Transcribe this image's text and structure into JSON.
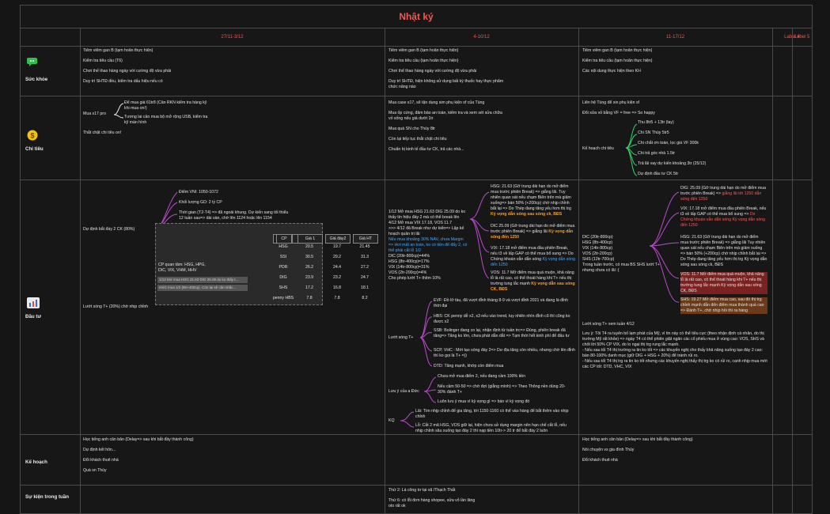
{
  "page_title": "Nhật ký",
  "columns": [
    "",
    "27/11-3/12",
    "4-10/12",
    "11-17/12",
    "Label 4",
    "Label 5"
  ],
  "rows": {
    "suc_khoe": {
      "label": "Sức khỏe",
      "icon": "health-icon",
      "c1": [
        "Tiêm viêm gan B (tạm hoãn thực hiện)",
        "Kiểm tra tiêu cầu (T6)",
        "Chơi thể thao hàng ngày với cường độ vừa phải",
        "Duy trì SHTĐ đều, kiểm tra dấu hiệu nếu có"
      ],
      "c2": [
        "Tiêm viêm gan B (tạm hoãn thực hiện)",
        "Kiểm tra tiêu cầu (tạm hoãn thực hiện)",
        "Chơi thể thao hàng ngày với cường độ vừa phải",
        "Duy trì SHTĐ, hiện không sử dụng bất kỳ thuốc hay thực phẩm chức năng nào"
      ],
      "c3": [
        "Tiêm viêm gan B (tạm hoãn thực hiện)",
        "Kiểm tra tiêu cầu (tạm hoãn thực hiện)",
        "Các nội dung thực hiện theo KH"
      ]
    },
    "chi_tieu": {
      "label": "Chi tiêu",
      "icon": "money-icon",
      "c1_parent": "Mua s17 pro",
      "c1_children": [
        "Để mua giá 61tr8 (Cân RKN kiểm tra hàng kỹ khi mua on!)",
        "Tương lai cần mua bộ mở rộng USB, kiểm tra kỹ màn hình"
      ],
      "c1_extra": "Thắt chặt chi tiêu on!",
      "c2": [
        "Mua case s17, sẽ tận dụng sim phụ kiện sf của Tùng",
        "Mua ốp cứng, đảm bảo an toàn, kiểm tra và xem xét sửa chữa vỏ sống nếu giá dưới 1tr",
        "Mua quà SN cho Thùy 8tr",
        "Còn lại tiếp tục thắt chặt chi tiêu",
        "Chuẩn bị kinh tế đầu tư CK, trả các nhà..."
      ],
      "c3_top": [
        "Liên hệ Tùng để xin phụ kiện sf",
        "Đổi sửa vỏ bằng VF = free => So happy"
      ],
      "c3_parent": "Kế hoạch chi tiêu",
      "c3_children": [
        "Thu 8tr5 + 13tr (lay)",
        "Chi SN Thùy 5tr5",
        "Chi chắt ơn toàn, lọc giá VF 300k",
        "Chi trả góc nhà 1.5tr",
        "Trả lãi vay dự kiến khoảng 3tr (25/12)",
        "Dự định đầu tư CK 5tr"
      ]
    },
    "dau_tu": {
      "label": "Đầu tư",
      "icon": "chart-icon",
      "c1_plan": "Dự định bắt đáy 2 CK (80%)",
      "c1_items": [
        "Điểm VNI: 1050-1072",
        "Khối lượng GD: 2 tỷ CP",
        "Thời gian (T2-T4) => đã ngoài khung. Dự kiến sang tối thiểu 12 tuần sau=> dài sàn, chờ lên 1124 hoặc lên 1154"
      ],
      "c1_watch": "CP quan tâm: HSG, HPG, DIC, VIX, VHM, HHV",
      "c1_notes": [
        "1/12 Mở mua HSG 21.63 DIG 25.09 do ko thấy t...",
        "HSG mua 1/2 (8tr+400cp). Còn lại sẽ cân nhắc..."
      ],
      "c1_swing": "Lướt sóng T+ (20%) chờ nhịp chỉnh",
      "table": {
        "headers": [
          "CP",
          "Giá 1",
          "Giá đáy2",
          "Giá HT"
        ],
        "rows": [
          [
            "HSG",
            "20.5",
            "19.7",
            "21.45"
          ],
          [
            "SSI",
            "30.5",
            "29.2",
            "31.3"
          ],
          [
            "PDR",
            "26.2",
            "24.4",
            "27.2"
          ],
          [
            "DIG",
            "23.9",
            "23.2",
            "24.7"
          ],
          [
            "SHS",
            "17.2",
            "16.8",
            "18.1"
          ],
          [
            "penny HBS",
            "7.8",
            "7.8",
            "8.2"
          ]
        ]
      },
      "c2_top": [
        {
          "t": "1/12 Mở mua HSG 21.63 DIG 25.09 do ko thấy tín hiệu đáy 2 mà có thể break lên",
          "cls": ""
        },
        {
          "t": "4/12 Mở mua VIX 17.18, VOS 11.7",
          "cls": ""
        },
        {
          "t": ">>> 4/12 đã Break như dự kiến=> Lập kế hoạch quản trị lãi",
          "cls": ""
        },
        {
          "t": "Nếu mua khoảng 30% NAV, chưa Margin => Hơi mất an toàn, ko có tiền để đẩy 2, có thể phải cắt lỗ 1/2",
          "cls": "blue"
        },
        {
          "t": "DIC (20tr-800cp)=44%",
          "cls": ""
        },
        {
          "t": "HSG (8tr-400cp)=17%",
          "cls": ""
        },
        {
          "t": "VIX (14tr-800cp)=31%",
          "cls": ""
        },
        {
          "t": "VOS (2tr-200cp)=4%",
          "cls": ""
        },
        {
          "t": "Cho phép lướt T+ thêm 10%",
          "cls": ""
        }
      ],
      "c2_right": [
        {
          "t": "HSG: 21.63 (Gỡ trung dài hạn do mở điểm mua trước phiên Break) => giằng lãi. Tuy nhiên quan sát nếu chạm Biên trên mà giảm xuống=> bán 50% (+200cp) chờ nhịp chỉnh bắt lại => Do Thép đang tăng yếu hơn thị trg",
          "tail": "Kỳ vọng dẫn sóng sau sóng ck, BĐS",
          "cls": "orange"
        },
        {
          "t": "DIC 25.09 (Gỡ trung dài hạn do mở điểm mua trước phiên Break) => giằng lãi",
          "tail": "Kỳ vọng dẫn sóng đến 1250",
          "cls": "orange"
        },
        {
          "t": "VIX: 17.18 mở điểm mua đầu phiên Break, nếu t3 về lấp GAP có thể mua bổ sung => Do Chứng khoán vẫn dẫn sóng",
          "tail": "Kỳ vọng dẫn sóng đến 1250",
          "cls": "blue"
        },
        {
          "t": "VOS: 11.7 Mở điểm mua quá muộn, khả năng lỗ là rất cao, có thể thoát hàng khi T+ nếu thị trường tung lắc mạnh",
          "tail": "Kỳ vọng dẫn sau sóng CK, BĐS",
          "cls": "orange"
        }
      ],
      "c2_swing": "Lướt sóng T+",
      "c2_swing_items": [
        "EVF: Đồ lỡ tàu, đã vượt đỉnh tháng 8-9 và vượt đỉnh 2021 và đang là đỉnh thời đại",
        "HBS: CK penny dễ x2, x3 nếu vào trend, tuy nhiên nhìn đỉnh cũ thì cũng ko được x2",
        "SSB: Bolinger đang co lại, nhận định từ tuần trc=> Đúng, phiên break đã tăng=> Tăng ko lớn, chưa phát dẫn dắt => Tạm thời hết kinh phí để đầu tư",
        "SCP, VHC : Mới tạo sóng đáy 2=> Dư địa tăng còn nhiều, nhưng chờ lên đỉnh thì ko gọi là T+ =))",
        "DTD: Tăng mạnh, khớp còn điểm mua"
      ],
      "c2_rules_label": "Lưu ý của a Đức",
      "c2_rules": [
        "Chưa mở mua điểm 2, nếu đang cầm 100% tiền",
        "Nếu cầm 50-50 => chờ đợi (giằng mình) => Theo Thông nền dùng 20-30% đánh T+",
        "Luôn lưu ý mua vì kỳ vọng gì => bán vì kỳ vọng đó"
      ],
      "c2_kq_label": "KQ",
      "c2_kq": [
        "Lãi: Tìm nhịp chỉnh để gia tăng, tới 1150-1160 có thể vào hàng để bắt thêm vào nhịp chỉnh",
        "Lỗ: Cắt 2 mã HSG, VOS giữ lại, hiện chưa sử dụng margin nên hạn chế cắt lỗ, nếu nhịp chỉnh sâu xuống tạo đáy 2 thì nạp tiền 10tr-> 20 tr để bắt đáy 2 luôn"
      ],
      "c3_list": [
        "DIC (20tr-800cp)",
        "HSG (8tr-400cp)",
        "VIX (14tr-800cp)",
        "VOS (2tr-200cp)",
        "SHS (12tr-700cp)",
        "Trong tuần trước, có mua BS SHS lướt T+ nhưng chưa có lãi :("
      ],
      "c3_right": [
        {
          "t": "DIG: 25.09 (Gỡ trung dài hạn do mở điểm mua trước phiên Break) =>",
          "tail": "giằng lãi tới 1250 dẫn sóng đến 1250",
          "cls": "red"
        },
        {
          "t": "VIX: 17.18 mở điểm mua đầu phiên Break, nếu t3 về lấp GAP có thể mua bổ sung =>",
          "tail": "Do Chứng khoán vẫn dẫn sóng Kỳ vọng dẫn sóng đến 1250",
          "cls": "red"
        },
        {
          "t": "HSG: 21.63 (Gỡ trung dài hạn do mở điểm mua trước phiên Break) => giằng lãi Tuy nhiên quan sát nếu chạm Biên trên mà giảm xuống => bán 50% (+200cp) chờ nhịp chỉnh bắt lại => Do Thép đang tăng yếu hơn thị trg Kỳ vọng dẫn sóng sau sóng ck, BĐS",
          "tail": "",
          "cls": ""
        },
        {
          "t": "VOS: 11.7 Mở điểm mua quá muộn, khả năng lỗ là rất cao, có thể thoát hàng khi T+ nếu thị trường tung lắc mạnh Kỳ vọng dẫn sau sóng CK, BĐS",
          "tail": "",
          "cls": "hl"
        },
        {
          "t": "SHS: 19.27 Mở điểm mua cao, sau đó thị trg chỉnh mạnh dẫn đến điểm mua thành quá cao => Đánh T+, chờ nhịp hồi thì ra hàng",
          "tail": "",
          "cls": "hlo"
        }
      ],
      "c3_swing": "Lướt sóng T+ xem tuần 4/12",
      "c3_note": "Lưu ý: Tôi T4 ra tuyên bố lạm phát của Mỹ, vì tin này có thể tiêu cực (theo nhận định cá nhân, do thị trường Mỹ rất khỏe) => ngày T4 có thể phiên giật ngân các cổ phiếu mua ở vùng cao: VOS, SHS và chốt lời 50% CP VIX, do lo ngại thị trg rung lắc mạnh.\n- Nếu sau tối T4 thị trường ra tin ko tốt => các khuyến nghị cho thấy khả năng xuống tạo đáy 2 cao: bán 80-100% danh mục (giữ DIG + HSG + 20%) để tránh rủi ro.\n- Nếu sau tối T4 thị trg ra tin ko tốt nhưng các khuyến nghị thấy thị trg ko có rủi ro, canh nhịp mua mới các CP tốt: DTD, VHC, VIX"
    },
    "ke_hoach": {
      "label": "Kế hoạch",
      "c1": [
        "Học tiếng anh căn bản (Delay=> sau khi bắt đầy thành công)",
        "Dự định kết hôn...",
        "Đổi khách thuê nhà",
        "Quà sn Thùy"
      ],
      "c3": [
        "Học tiếng anh căn bản (Delay=> sau khi bắt đầy thành công)",
        "Nói chuyện vs gia đình Thùy",
        "Đổi khách thuê nhà"
      ]
    },
    "su_kien": {
      "label": "Sự kiện trong tuần",
      "c2": [
        "Thứ 2: Lá công tơ tại xã  /Thạch Thất",
        "Thứ 6: có lỗi đơn hàng shopee, sửa vỏ lần lăng oto rất ok"
      ]
    }
  }
}
